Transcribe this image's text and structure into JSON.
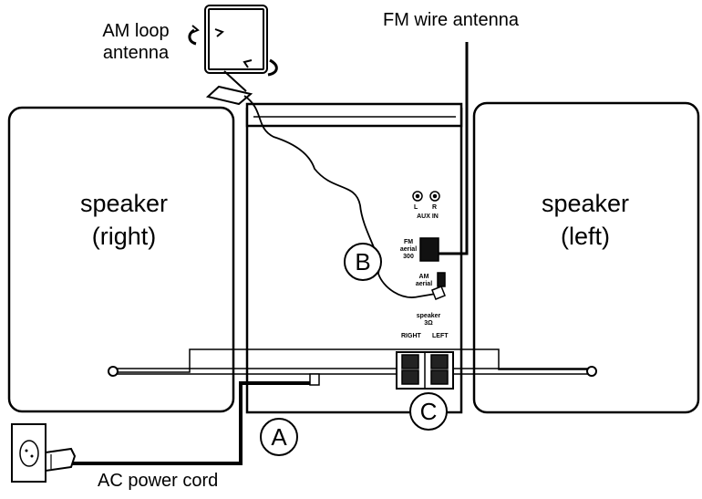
{
  "labels": {
    "am_antenna_line1": "AM loop",
    "am_antenna_line2": "antenna",
    "fm_antenna": "FM wire antenna",
    "speaker_right_line1": "speaker",
    "speaker_right_line2": "(right)",
    "speaker_left_line1": "speaker",
    "speaker_left_line2": "(left)",
    "ac_power_cord": "AC power cord"
  },
  "callouts": {
    "a": "A",
    "b": "B",
    "c": "C"
  },
  "panel": {
    "aux_l": "L",
    "aux_r": "R",
    "aux_in": "AUX IN",
    "fm_line1": "FM",
    "fm_line2": "aerial",
    "fm_line3": "300",
    "am_line1": "AM",
    "am_line2": "aerial",
    "speaker_line1": "speaker",
    "speaker_line2": "3Ω",
    "right": "RIGHT",
    "left": "LEFT"
  },
  "colors": {
    "line": "#000000",
    "fill": "#ffffff"
  }
}
